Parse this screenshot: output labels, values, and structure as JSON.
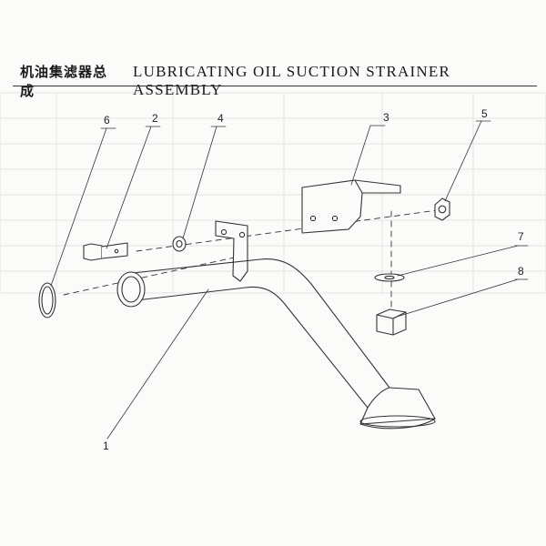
{
  "header": {
    "title_cn": "机油集滤器总成",
    "title_en": "LUBRICATING OIL SUCTION STRAINER ASSEMBLY"
  },
  "callouts": [
    "1",
    "2",
    "3",
    "4",
    "5",
    "6",
    "7",
    "8"
  ],
  "colors": {
    "line": "#333333",
    "paper": "#fbfbfa",
    "ink": "#1a1a1a"
  }
}
